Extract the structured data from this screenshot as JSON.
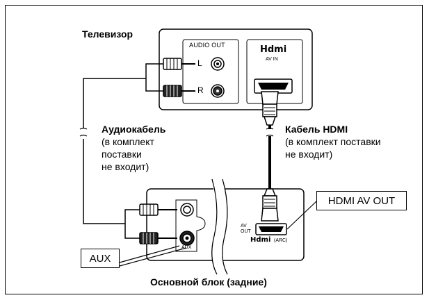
{
  "tv": {
    "title": "Телевизор",
    "audio_out_label": "AUDIO OUT",
    "l_label": "L",
    "r_label": "R",
    "hdmi_logo": "Hdmi",
    "av_in_label": "AV IN"
  },
  "audio_cable": {
    "title": "Аудиокабель",
    "note_line1": "(в комплект",
    "note_line2": "поставки",
    "note_line3": "не входит)"
  },
  "hdmi_cable": {
    "title": "Кабель HDMI",
    "note_line1": "(в комплект поставки",
    "note_line2": "не входит)"
  },
  "main_unit": {
    "caption": "Основной блок (задние)",
    "aux_small": "AUX",
    "av_label": "AV",
    "out_label": "OUT",
    "hdmi_logo": "Hdmi",
    "arc_label": "(ARC)"
  },
  "callouts": {
    "hdmi_av_out": "HDMI AV OUT",
    "aux": "AUX"
  }
}
